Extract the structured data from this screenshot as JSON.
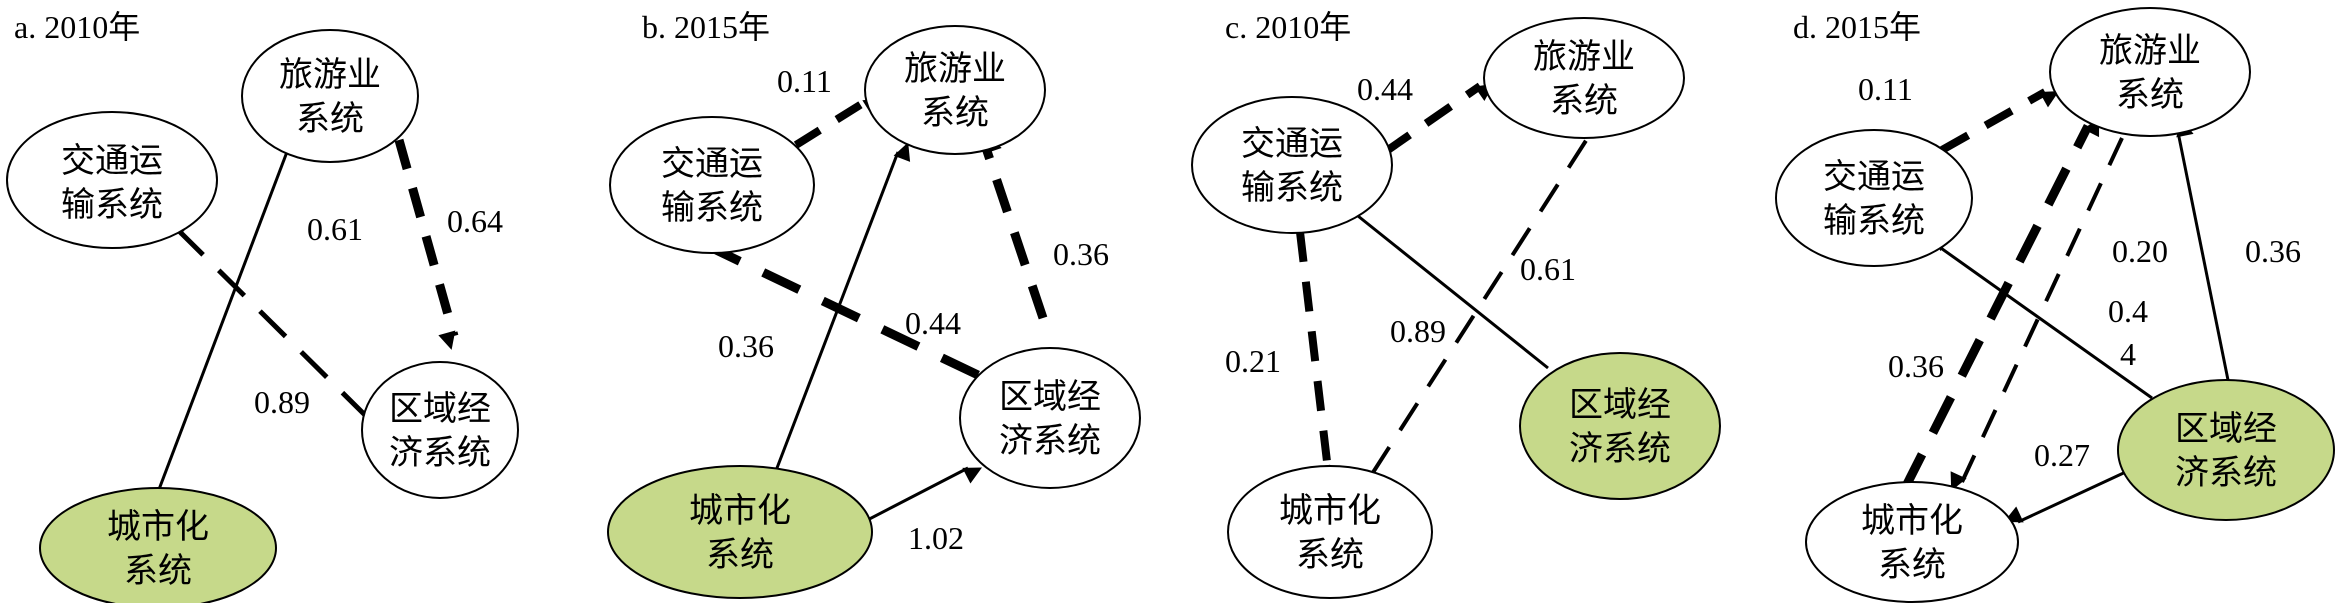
{
  "colors": {
    "highlight_fill": "#c6d98a",
    "node_fill": "#ffffff",
    "ink": "#000000"
  },
  "panels": [
    {
      "title": "a. 2010年",
      "nodes": {
        "traffic": [
          "交通运",
          "输系统"
        ],
        "tourism": [
          "旅游业",
          "系统"
        ],
        "region": [
          "区域经",
          "济系统"
        ],
        "urban": [
          "城市化",
          "系统"
        ]
      },
      "highlighted": [
        "urban"
      ],
      "labels": [
        "0.61",
        "0.64",
        "0.89"
      ]
    },
    {
      "title": "b. 2015年",
      "nodes": {
        "traffic": [
          "交通运",
          "输系统"
        ],
        "tourism": [
          "旅游业",
          "系统"
        ],
        "region": [
          "区域经",
          "济系统"
        ],
        "urban": [
          "城市化",
          "系统"
        ]
      },
      "highlighted": [
        "urban"
      ],
      "labels": [
        "0.11",
        "0.36",
        "0.44",
        "0.36",
        "1.02"
      ]
    },
    {
      "title": "c. 2010年",
      "nodes": {
        "traffic": [
          "交通运",
          "输系统"
        ],
        "tourism": [
          "旅游业",
          "系统"
        ],
        "region": [
          "区域经",
          "济系统"
        ],
        "urban": [
          "城市化",
          "系统"
        ]
      },
      "highlighted": [
        "region"
      ],
      "labels": [
        "0.44",
        "0.61",
        "0.89",
        "0.21"
      ]
    },
    {
      "title": "d. 2015年",
      "nodes": {
        "traffic": [
          "交通运",
          "输系统"
        ],
        "tourism": [
          "旅游业",
          "系统"
        ],
        "region": [
          "区域经",
          "济系统"
        ],
        "urban": [
          "城市化",
          "系统"
        ]
      },
      "highlighted": [
        "region"
      ],
      "labels": [
        "0.11",
        "0.20",
        "0.36",
        "0.4",
        "4",
        "0.36",
        "0.27"
      ]
    }
  ]
}
